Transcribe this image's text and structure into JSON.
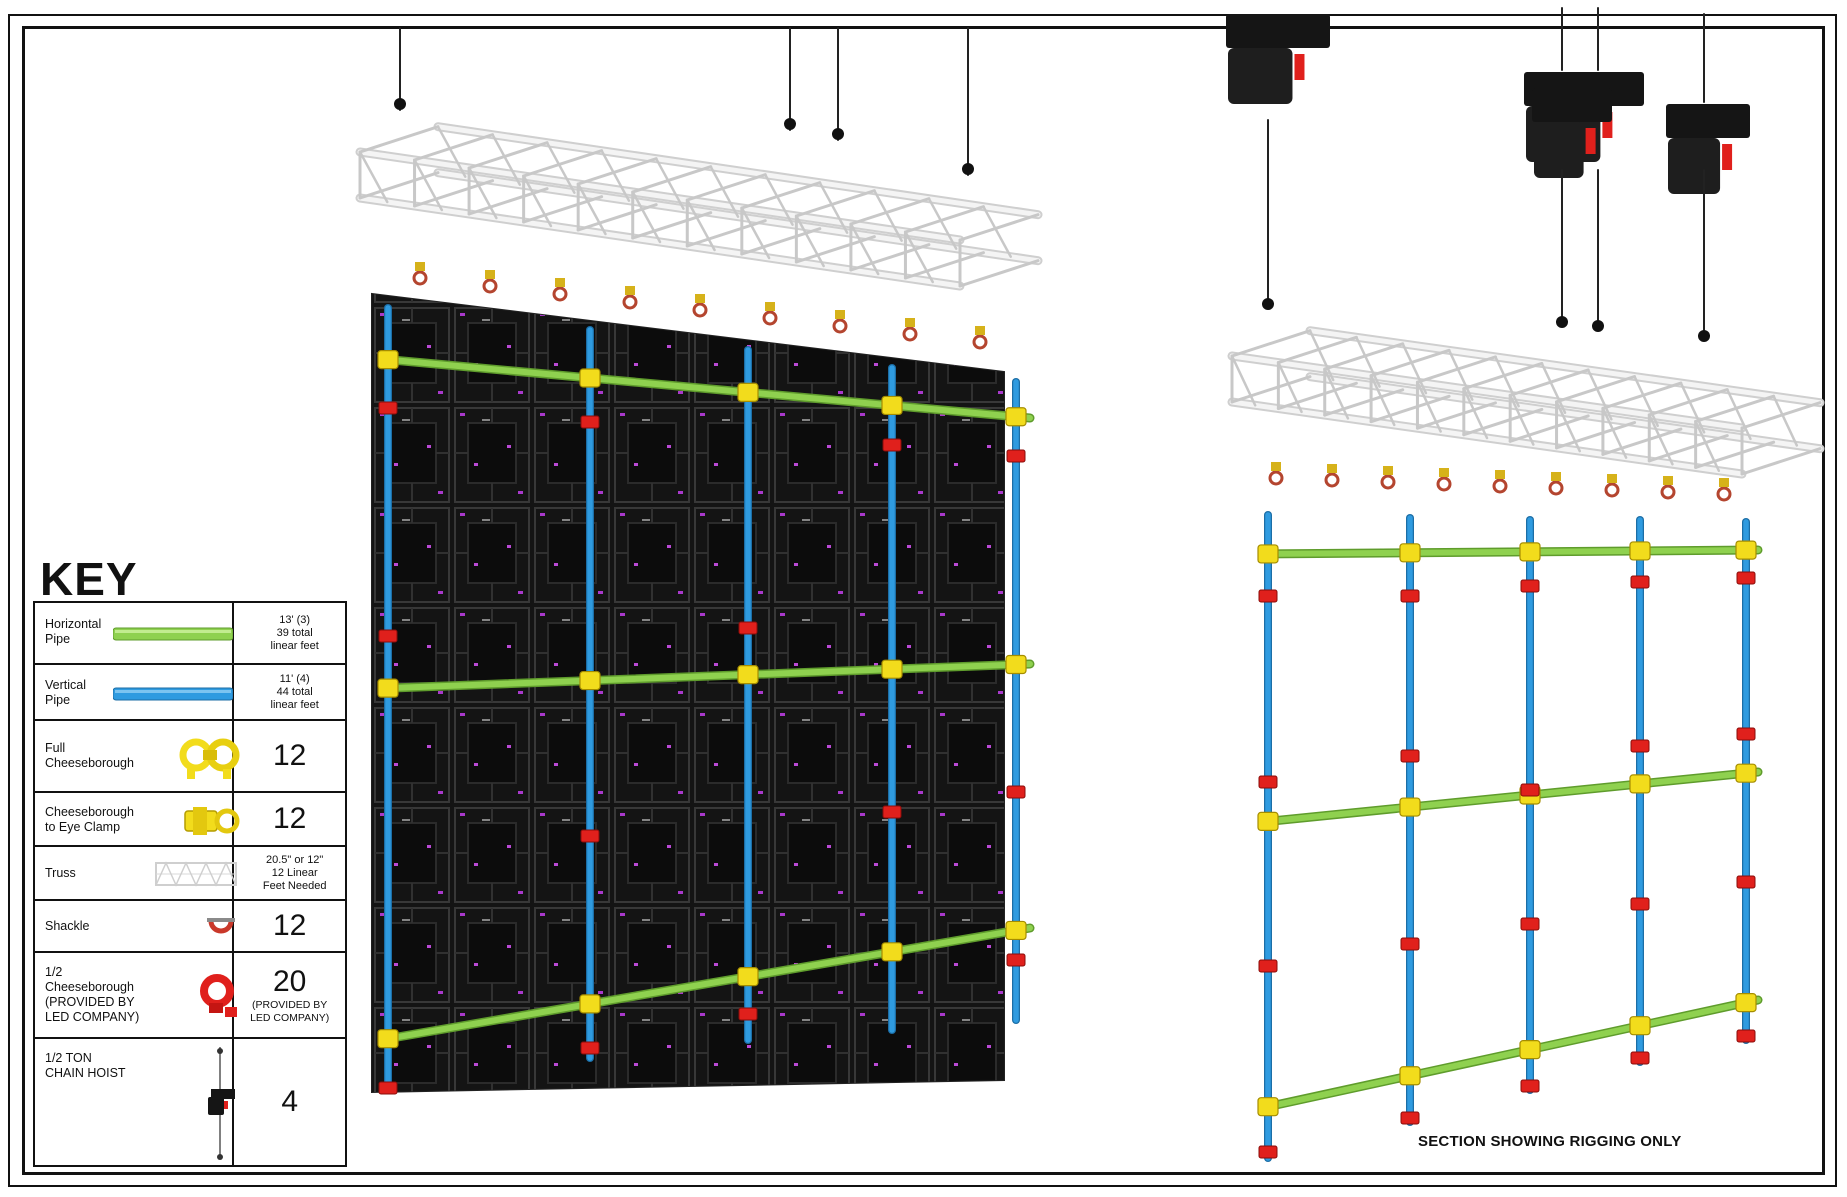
{
  "key": {
    "title": "KEY",
    "rows": [
      {
        "label": "Horizontal Pipe",
        "label_lines": [
          "Horizontal",
          "Pipe"
        ],
        "icon": "green-pipe-icon",
        "detail_lines": [
          "13' (3)",
          "39 total",
          "linear feet"
        ]
      },
      {
        "label": "Vertical Pipe",
        "label_lines": [
          "Vertical",
          "Pipe"
        ],
        "icon": "blue-pipe-icon",
        "detail_lines": [
          "11' (4)",
          "44 total",
          "linear feet"
        ]
      },
      {
        "label": "Full Cheeseborough",
        "label_lines": [
          "Full",
          "Cheeseborough"
        ],
        "icon": "full-cheeseborough-icon",
        "quantity": "12"
      },
      {
        "label": "Cheeseborough to Eye Clamp",
        "label_lines": [
          "Cheeseborough",
          "to Eye Clamp"
        ],
        "icon": "eye-clamp-icon",
        "quantity": "12"
      },
      {
        "label": "Truss",
        "label_lines": [
          "Truss"
        ],
        "icon": "truss-icon",
        "detail_lines": [
          "20.5\" or 12\"",
          "12 Linear",
          "Feet Needed"
        ]
      },
      {
        "label": "Shackle",
        "label_lines": [
          "Shackle"
        ],
        "icon": "shackle-icon",
        "quantity": "12"
      },
      {
        "label": "1/2 Cheeseborough (PROVIDED BY LED COMPANY)",
        "label_lines": [
          "1/2",
          "Cheeseborough",
          "(PROVIDED BY",
          "LED COMPANY)"
        ],
        "icon": "half-cheeseborough-icon",
        "quantity": "20",
        "quantity_note_lines": [
          "(PROVIDED BY",
          "LED COMPANY)"
        ]
      },
      {
        "label": "1/2 TON CHAIN HOIST",
        "label_lines": [
          "1/2 TON",
          "CHAIN HOIST"
        ],
        "icon": "chain-hoist-icon",
        "quantity": "4"
      }
    ]
  },
  "caption": "SECTION SHOWING RIGGING ONLY",
  "colors": {
    "horizontal_pipe": "#8fd14f",
    "vertical_pipe": "#2f9be0",
    "clamp_yellow": "#f2dc1c",
    "half_clamp_red": "#e0201c",
    "led_panel": "#141414",
    "truss": "#f4f4f4",
    "hoist": "#151515"
  }
}
